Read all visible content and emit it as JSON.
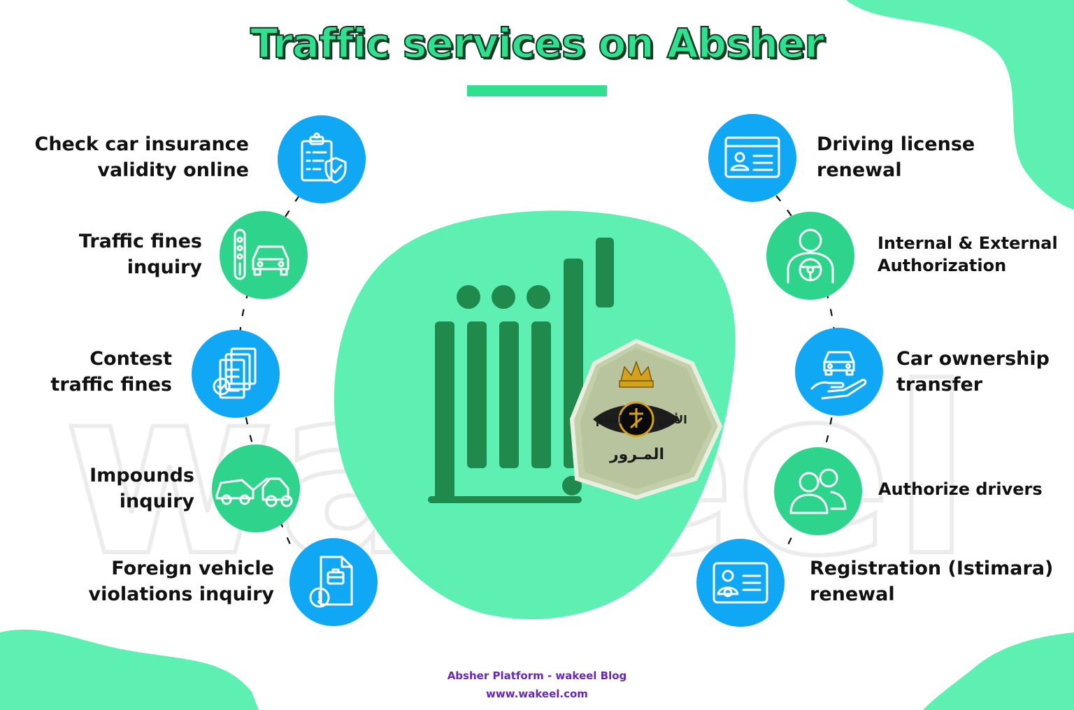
{
  "title": "Traffic services on Absher",
  "colors": {
    "accent_green": "#2ee08f",
    "service_blue": "#10a8f5",
    "service_green": "#2fd48c",
    "logo_green": "#1f8a4c",
    "footer_purple": "#6a26b8"
  },
  "services_left": [
    {
      "line1": "Check car insurance",
      "line2": "validity online",
      "icon": "clipboard-shield-icon",
      "color": "blue"
    },
    {
      "line1": "Traffic fines",
      "line2": "inquiry",
      "icon": "car-traffic-light-icon",
      "color": "green"
    },
    {
      "line1": "Contest",
      "line2": "traffic fines",
      "icon": "documents-check-icon",
      "color": "blue"
    },
    {
      "line1": "Impounds",
      "line2": "inquiry",
      "icon": "tow-truck-icon",
      "color": "green"
    },
    {
      "line1": "Foreign vehicle",
      "line2": "violations inquiry",
      "icon": "document-alert-icon",
      "color": "blue"
    }
  ],
  "services_right": [
    {
      "line1": "Driving license",
      "line2": "renewal",
      "icon": "id-card-icon",
      "color": "blue"
    },
    {
      "line1": "Internal & External",
      "line2": "Authorization",
      "icon": "driver-steering-icon",
      "color": "green"
    },
    {
      "line1": "Car ownership",
      "line2": "transfer",
      "icon": "car-hand-icon",
      "color": "blue"
    },
    {
      "line1": "Authorize drivers",
      "line2": "",
      "icon": "users-icon",
      "color": "green"
    },
    {
      "line1": "Registration (Istimara)",
      "line2": "renewal",
      "icon": "registration-card-icon",
      "color": "blue"
    }
  ],
  "emblem": {
    "text_left": "الأمن",
    "text_right": "العام",
    "text_bottom": "المـرور"
  },
  "footer": {
    "line1": "Absher Platform - wakeel Blog",
    "line2": "www.wakeel.com"
  }
}
